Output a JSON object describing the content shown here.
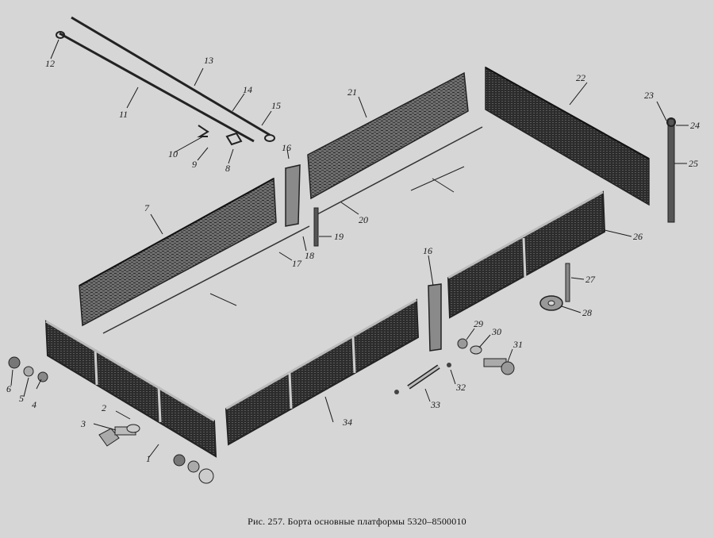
{
  "caption": "Рис. 257. Борта основные платформы 5320–8500010",
  "callouts": {
    "c1": "1",
    "c2": "2",
    "c3": "3",
    "c4": "4",
    "c5": "5",
    "c6": "6",
    "c7": "7",
    "c8": "8",
    "c9": "9",
    "c10": "10",
    "c11": "11",
    "c12": "12",
    "c13": "13",
    "c14": "14",
    "c15": "15",
    "c16a": "16",
    "c16b": "16",
    "c17": "17",
    "c18": "18",
    "c19": "19",
    "c20": "20",
    "c21": "21",
    "c22": "22",
    "c23": "23",
    "c24": "24",
    "c25": "25",
    "c26": "26",
    "c27": "27",
    "c28": "28",
    "c29": "29",
    "c30": "30",
    "c31": "31",
    "c32": "32",
    "c33": "33",
    "c34": "34"
  }
}
